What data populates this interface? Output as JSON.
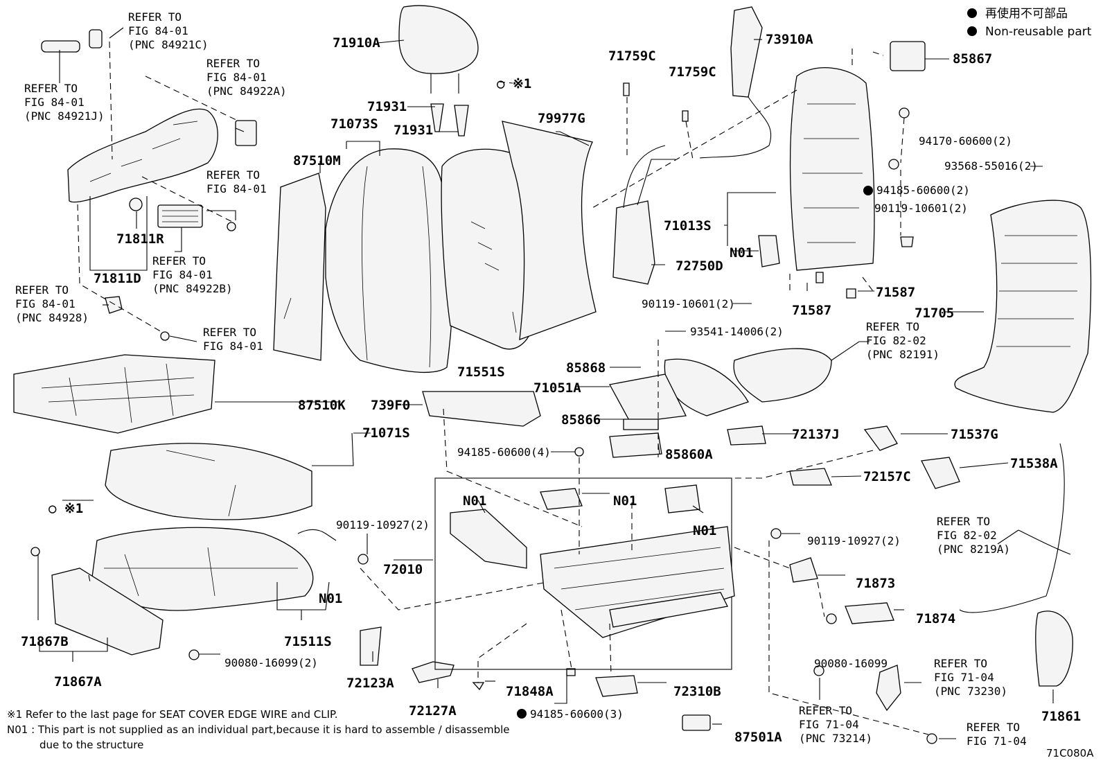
{
  "legend": {
    "jp": "再使用不可部品",
    "en": "Non-reusable part"
  },
  "refs": {
    "r1": [
      "REFER TO",
      "FIG 84-01",
      "(PNC 84921C)"
    ],
    "r2": [
      "REFER TO",
      "FIG 84-01",
      "(PNC 84921J)"
    ],
    "r3": [
      "REFER TO",
      "FIG 84-01",
      "(PNC 84922A)"
    ],
    "r4": [
      "REFER TO",
      "FIG 84-01"
    ],
    "r5": [
      "REFER TO",
      "FIG 84-01",
      "(PNC 84922B)"
    ],
    "r6": [
      "REFER TO",
      "FIG 84-01",
      "(PNC 84928)"
    ],
    "r7": [
      "REFER TO",
      "FIG 84-01"
    ],
    "r8": [
      "REFER TO",
      "FIG 82-02",
      "(PNC 82191)"
    ],
    "r9": [
      "REFER TO",
      "FIG 82-02",
      "(PNC 8219A)"
    ],
    "r10": [
      "REFER TO",
      "FIG 71-04",
      "(PNC 73230)"
    ],
    "r11": [
      "REFER TO",
      "FIG 71-04",
      "(PNC 73214)"
    ],
    "r12": [
      "REFER TO",
      "FIG 71-04"
    ]
  },
  "notes": {
    "n1": "※1  Refer to the last page for SEAT COVER EDGE WIRE and CLIP.",
    "n2": "N01 : This part is not supplied as an individual part,because it is hard to assemble / disassemble",
    "n3": "due to the structure"
  },
  "code": "71C080A"
}
